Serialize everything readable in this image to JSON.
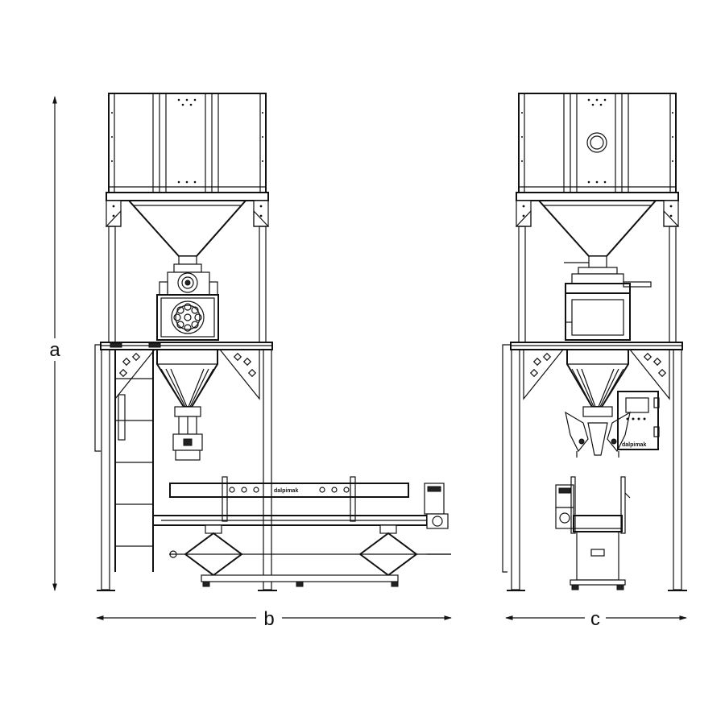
{
  "dimensions": {
    "height_label": "a",
    "front_width_label": "b",
    "side_width_label": "c"
  },
  "brand": {
    "conveyor_text": "dalpimak",
    "panel_text": "dalpimak"
  }
}
